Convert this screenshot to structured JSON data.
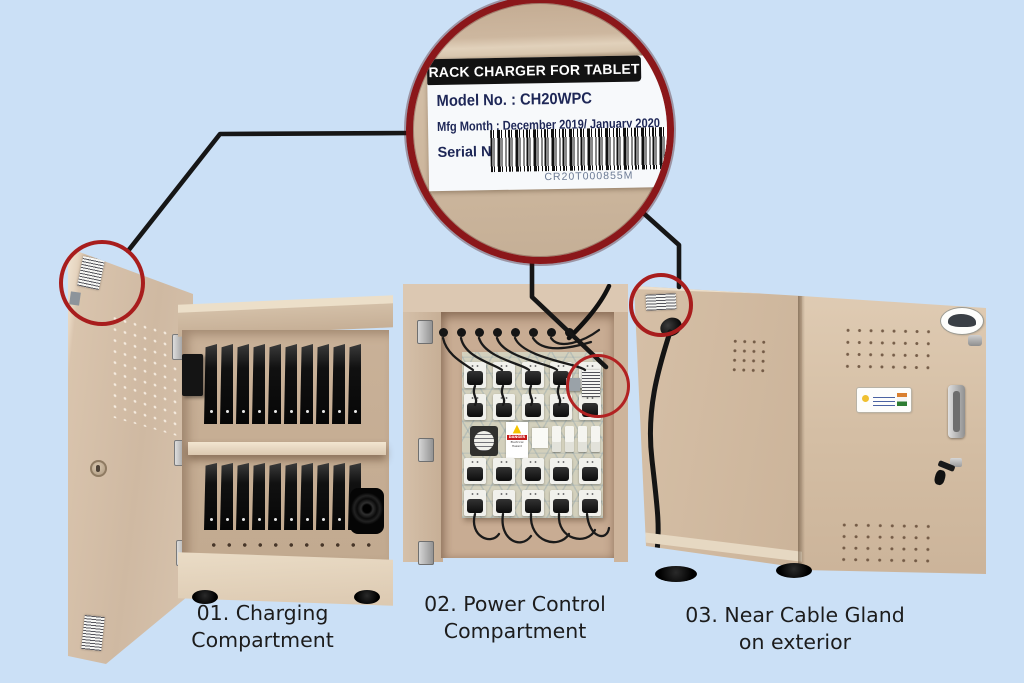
{
  "colors": {
    "background": "#CBE0F6",
    "callout_ring": "#8B171A",
    "highlight_ring": "#A81D1D",
    "connector_line": "#161616",
    "cabinet_beige": "#D6C1AA"
  },
  "magnifier_label": {
    "title": "RACK CHARGER FOR TABLET PC",
    "model": "Model No. : CH20WPC",
    "mfg": "Mfg Month : December 2019/ January 2020",
    "serial_label": "Serial No",
    "serial_number": "CR20T000855M"
  },
  "danger_sticker": {
    "icon": "▲",
    "title": "DANGER",
    "subtitle": "Electrical Hazard"
  },
  "captions": [
    {
      "line1": "01. Charging",
      "line2": "Compartment"
    },
    {
      "line1": "02. Power Control",
      "line2": "Compartment"
    },
    {
      "line1": "03. Near Cable Gland",
      "line2": "on exterior"
    }
  ]
}
